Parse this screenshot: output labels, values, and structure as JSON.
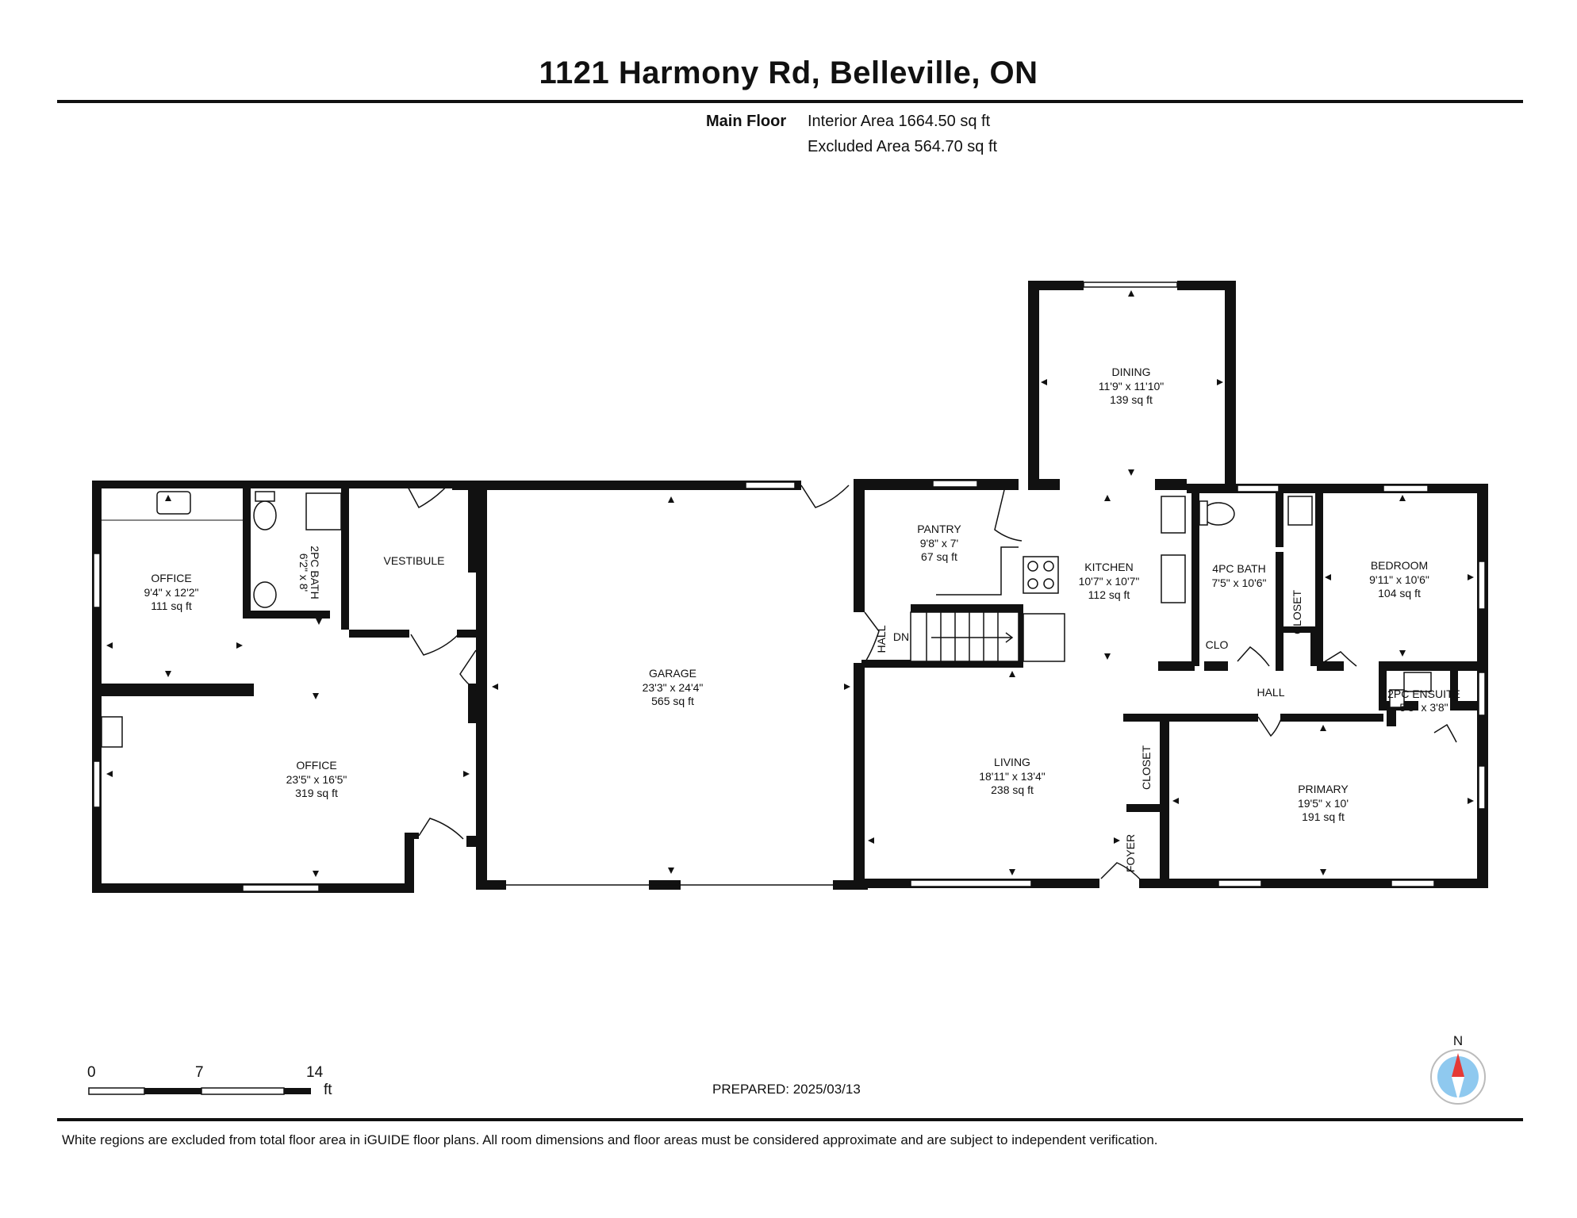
{
  "title": "1121 Harmony Rd, Belleville, ON",
  "summary": {
    "floor": "Main Floor",
    "interior_area": "Interior Area 1664.50 sq ft",
    "excluded_area": "Excluded Area 564.70 sq ft"
  },
  "rooms": {
    "office_small": {
      "name": "OFFICE",
      "dims": "9'4\" x 12'2\"",
      "area": "111 sq ft"
    },
    "bath_2pc": {
      "name": "2PC BATH",
      "dims": "6'2\" x 8'"
    },
    "vestibule": {
      "name": "VESTIBULE"
    },
    "office_large": {
      "name": "OFFICE",
      "dims": "23'5\" x 16'5\"",
      "area": "319 sq ft"
    },
    "garage": {
      "name": "GARAGE",
      "dims": "23'3\" x 24'4\"",
      "area": "565 sq ft"
    },
    "pantry": {
      "name": "PANTRY",
      "dims": "9'8\" x 7'",
      "area": "67 sq ft"
    },
    "dining": {
      "name": "DINING",
      "dims": "11'9\" x 11'10\"",
      "area": "139 sq ft"
    },
    "kitchen": {
      "name": "KITCHEN",
      "dims": "10'7\" x 10'7\"",
      "area": "112 sq ft"
    },
    "bath_4pc": {
      "name": "4PC BATH",
      "dims": "7'5\" x 10'6\""
    },
    "bedroom": {
      "name": "BEDROOM",
      "dims": "9'11\" x 10'6\"",
      "area": "104 sq ft"
    },
    "closet_bedroom": {
      "name": "CLOSET"
    },
    "clo": {
      "name": "CLO"
    },
    "hall_east": {
      "name": "HALL"
    },
    "hall_stair": {
      "name": "HALL"
    },
    "ensuite": {
      "name": "2PC ENSUITE",
      "dims": "5'8\" x 3'8\""
    },
    "living": {
      "name": "LIVING",
      "dims": "18'11\" x 13'4\"",
      "area": "238 sq ft"
    },
    "closet_living": {
      "name": "CLOSET"
    },
    "foyer": {
      "name": "FOYER"
    },
    "primary": {
      "name": "PRIMARY",
      "dims": "19'5\" x 10'",
      "area": "191 sq ft"
    },
    "stairs_dn": {
      "name": "DN"
    }
  },
  "scale": {
    "marks": [
      "0",
      "7",
      "14"
    ],
    "unit": "ft"
  },
  "compass": {
    "label": "N"
  },
  "prepared": "PREPARED: 2025/03/13",
  "disclaimer": "White regions are excluded from total floor area in iGUIDE floor plans. All room dimensions and floor areas must be considered approximate and are subject to independent verification.",
  "colors": {
    "wall": "#111111",
    "compass_red": "#e53935",
    "compass_blue": "#8fc9ef"
  }
}
